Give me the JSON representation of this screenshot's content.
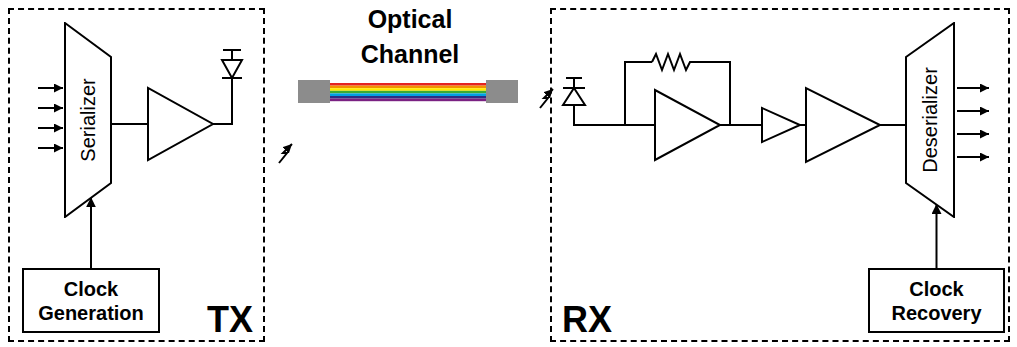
{
  "diagram": {
    "nodes": [
      {
        "text": [
          "TX"
        ]
      },
      {
        "text": [
          "Serializer"
        ],
        "in": 0
      },
      {
        "text": [
          "Clock Generation"
        ],
        "in": 0
      },
      {
        "text": [
          "RX"
        ]
      },
      {
        "text": [
          "Deserializer"
        ],
        "in": 3
      },
      {
        "text": [
          "Clock Recovery"
        ],
        "in": 3
      }
    ],
    "edges": [
      {
        "from": 2,
        "to": 1,
        "arrow": "to"
      },
      {
        "from": 5,
        "to": 4,
        "arrow": "to"
      }
    ],
    "labels": [
      "Optical Channel"
    ]
  }
}
